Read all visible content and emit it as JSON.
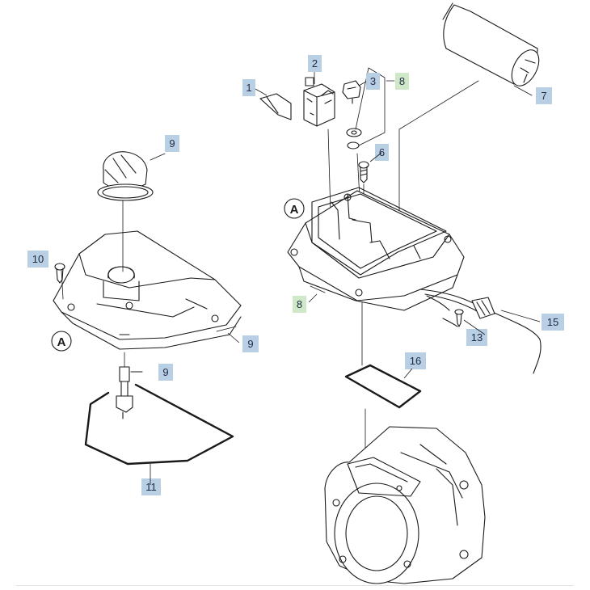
{
  "diagram": {
    "callouts": [
      {
        "id": "callout-1",
        "text": "1",
        "color": "blue"
      },
      {
        "id": "callout-2",
        "text": "2",
        "color": "blue"
      },
      {
        "id": "callout-3",
        "text": "3",
        "color": "blue"
      },
      {
        "id": "callout-8-top",
        "text": "8",
        "color": "green"
      },
      {
        "id": "callout-7",
        "text": "7",
        "color": "blue"
      },
      {
        "id": "callout-6",
        "text": "6",
        "color": "blue"
      },
      {
        "id": "callout-9-top",
        "text": "9",
        "color": "blue"
      },
      {
        "id": "callout-10",
        "text": "10",
        "color": "blue"
      },
      {
        "id": "callout-9-right",
        "text": "9",
        "color": "blue"
      },
      {
        "id": "callout-9-lower",
        "text": "9",
        "color": "blue"
      },
      {
        "id": "callout-8-lower",
        "text": "8",
        "color": "green"
      },
      {
        "id": "callout-13",
        "text": "13",
        "color": "blue"
      },
      {
        "id": "callout-15",
        "text": "15",
        "color": "blue"
      },
      {
        "id": "callout-16",
        "text": "16",
        "color": "blue"
      },
      {
        "id": "callout-11",
        "text": "11",
        "color": "blue"
      }
    ],
    "reference_marks": [
      {
        "id": "ref-a-left",
        "text": "A"
      },
      {
        "id": "ref-a-right",
        "text": "A"
      }
    ],
    "colors": {
      "blue_label": "#b9cfe4",
      "green_label": "#cfe8c8",
      "line": "#1a1a1a"
    }
  }
}
